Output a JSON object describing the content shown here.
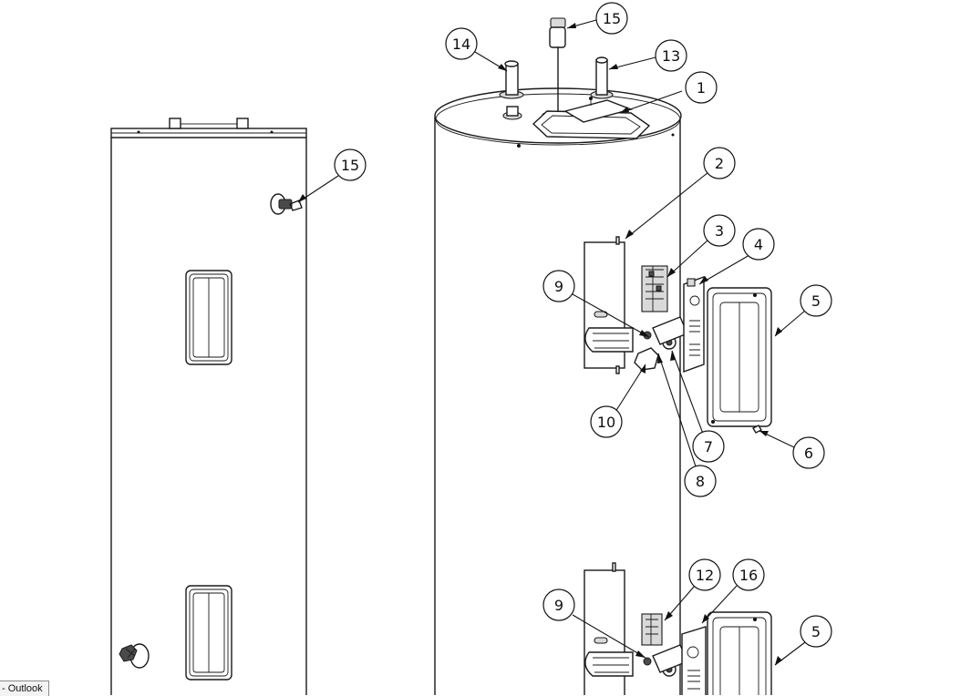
{
  "callouts": [
    {
      "id": "c15a",
      "label": "15"
    },
    {
      "id": "c14",
      "label": "14"
    },
    {
      "id": "c13",
      "label": "13"
    },
    {
      "id": "c1",
      "label": "1"
    },
    {
      "id": "c15b",
      "label": "15"
    },
    {
      "id": "c2",
      "label": "2"
    },
    {
      "id": "c3",
      "label": "3"
    },
    {
      "id": "c4",
      "label": "4"
    },
    {
      "id": "c9a",
      "label": "9"
    },
    {
      "id": "c5a",
      "label": "5"
    },
    {
      "id": "c10",
      "label": "10"
    },
    {
      "id": "c7",
      "label": "7"
    },
    {
      "id": "c6",
      "label": "6"
    },
    {
      "id": "c8",
      "label": "8"
    },
    {
      "id": "c12",
      "label": "12"
    },
    {
      "id": "c16",
      "label": "16"
    },
    {
      "id": "c9b",
      "label": "9"
    },
    {
      "id": "c5b",
      "label": "5"
    }
  ],
  "taskbar": {
    "label": "- Outlook"
  }
}
